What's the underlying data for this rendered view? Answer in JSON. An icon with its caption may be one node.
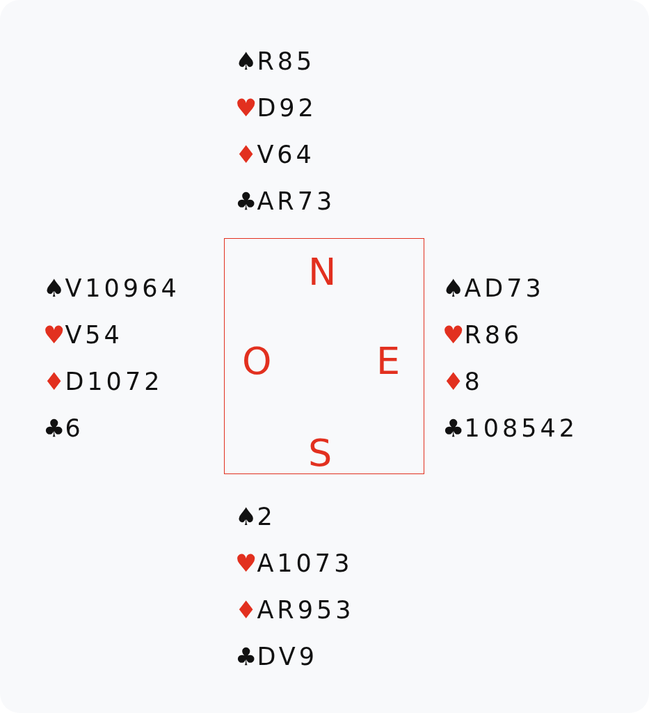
{
  "diagram": {
    "nodes": [
      {
        "text": [
          "N",
          "O",
          "E",
          "S"
        ]
      }
    ],
    "labels": [
      "♠R85",
      "♥D92",
      "♦V64",
      "♣AR73",
      "♠V10964",
      "♥V54",
      "♦D1072",
      "♣6",
      "♠AD73",
      "♥R86",
      "♦8",
      "♣108542",
      "♠2",
      "♥A1073",
      "♦AR953",
      "♣DV9"
    ]
  }
}
